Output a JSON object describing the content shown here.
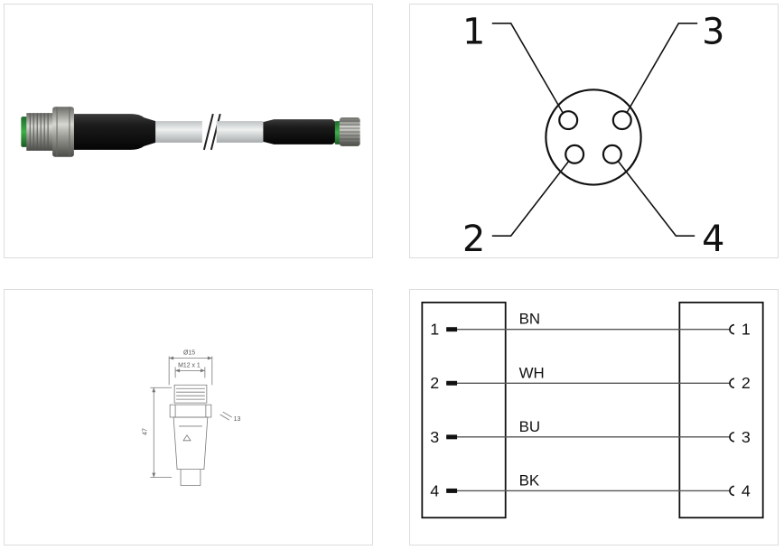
{
  "pinout": {
    "pins": [
      {
        "label": "1"
      },
      {
        "label": "2"
      },
      {
        "label": "3"
      },
      {
        "label": "4"
      }
    ]
  },
  "dimensions": {
    "diameter": "Ø15",
    "thread": "M12 x 1",
    "length": "47",
    "wrench": "13"
  },
  "wiring": {
    "rows": [
      {
        "pin_left": "1",
        "color": "BN",
        "pin_right": "1"
      },
      {
        "pin_left": "2",
        "color": "WH",
        "pin_right": "2"
      },
      {
        "pin_left": "3",
        "color": "BU",
        "pin_right": "3"
      },
      {
        "pin_left": "4",
        "color": "BK",
        "pin_right": "4"
      }
    ]
  }
}
